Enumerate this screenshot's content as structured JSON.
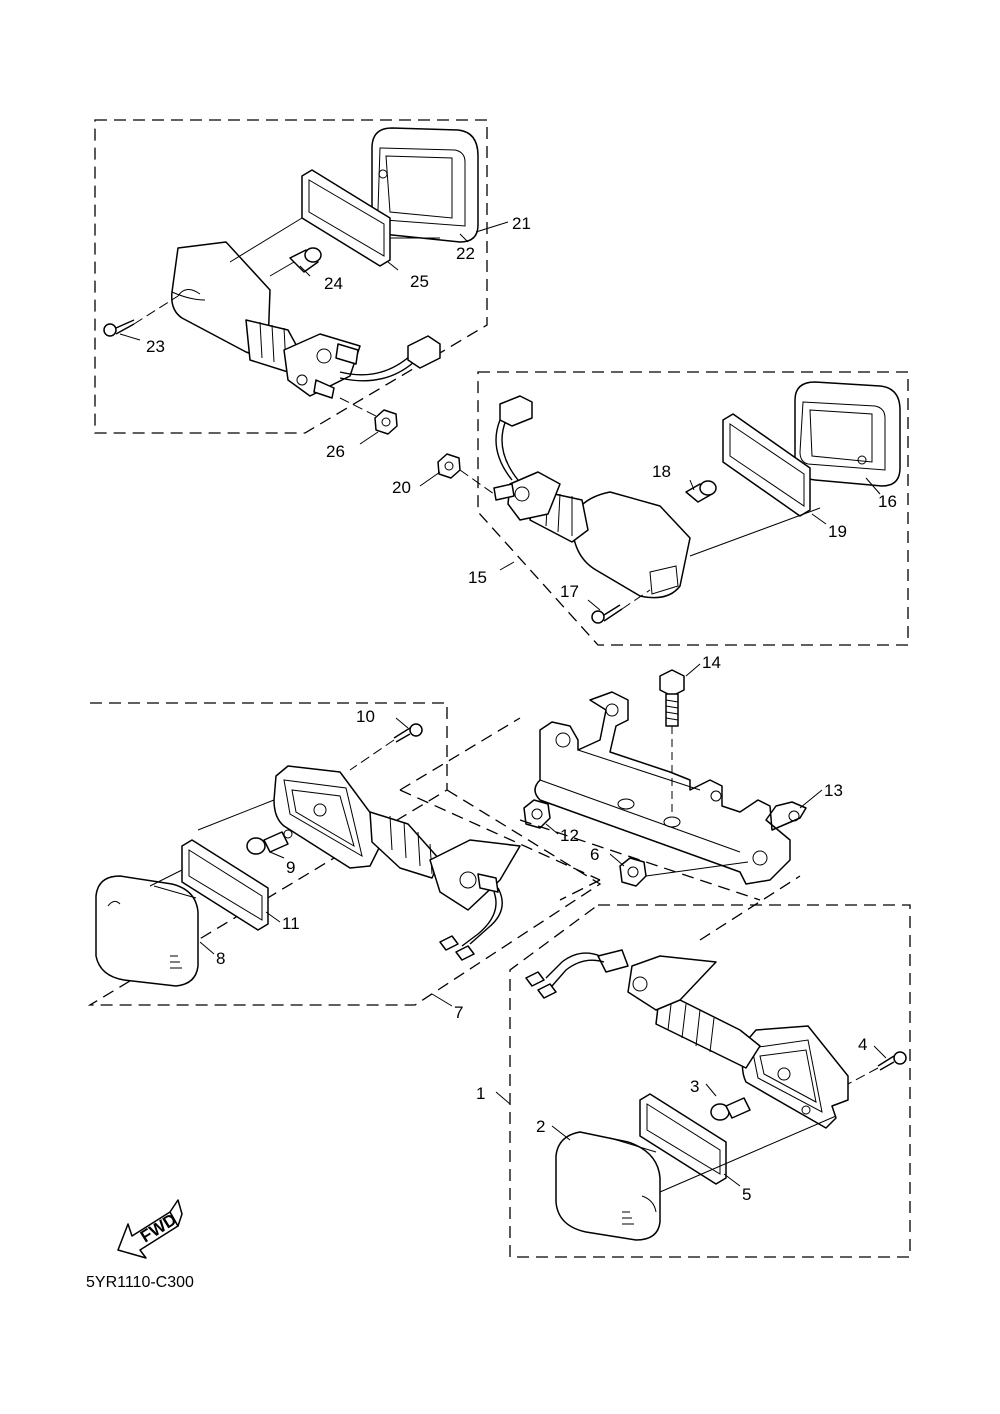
{
  "callouts": {
    "c1": "1",
    "c2": "2",
    "c3": "3",
    "c4": "4",
    "c5": "5",
    "c6": "6",
    "c7": "7",
    "c8": "8",
    "c9": "9",
    "c10": "10",
    "c11": "11",
    "c12": "12",
    "c13": "13",
    "c14": "14",
    "c15": "15",
    "c16": "16",
    "c17": "17",
    "c18": "18",
    "c19": "19",
    "c20": "20",
    "c21": "21",
    "c22": "22",
    "c23": "23",
    "c24": "24",
    "c25": "25",
    "c26": "26"
  },
  "fwd_label": "FWD",
  "drawing_code": "5YR1110-C300"
}
